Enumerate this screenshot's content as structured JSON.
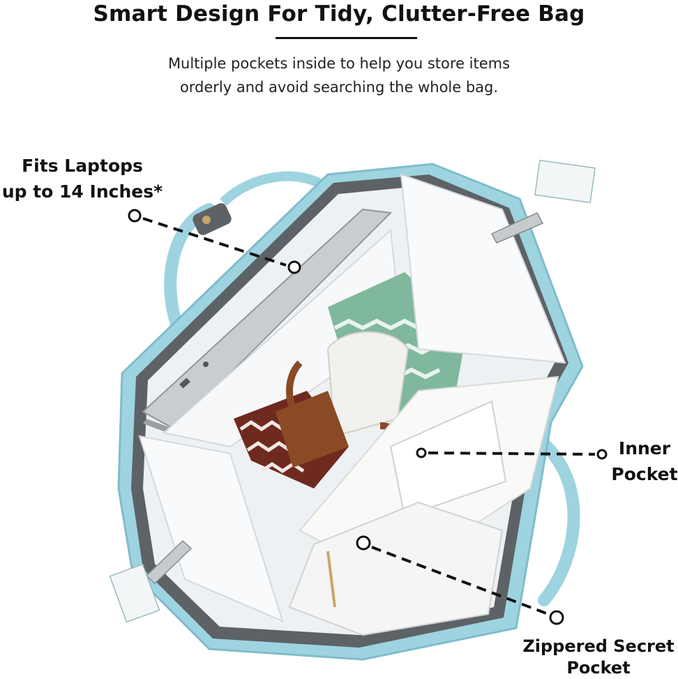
{
  "header": {
    "title": "Smart Design For Tidy, Clutter-Free Bag",
    "subtitle_line1": "Multiple pockets inside to help you store items",
    "subtitle_line2": "orderly and avoid searching the whole bag."
  },
  "callouts": {
    "laptop_line1": "Fits Laptops",
    "laptop_line2": "up to 14 Inches*",
    "inner_line1": "Inner",
    "inner_line2": "Pocket",
    "zipper_line1": "Zippered Secret",
    "zipper_line2": "Pocket"
  },
  "colors": {
    "bag_blue": "#9ed3e0",
    "bag_lining": "#eef1f3",
    "bag_trim": "#5d6266",
    "towel_green": "#7fb89c",
    "towel_brown": "#6e2a1f",
    "bottle_brown": "#8a4a25"
  }
}
